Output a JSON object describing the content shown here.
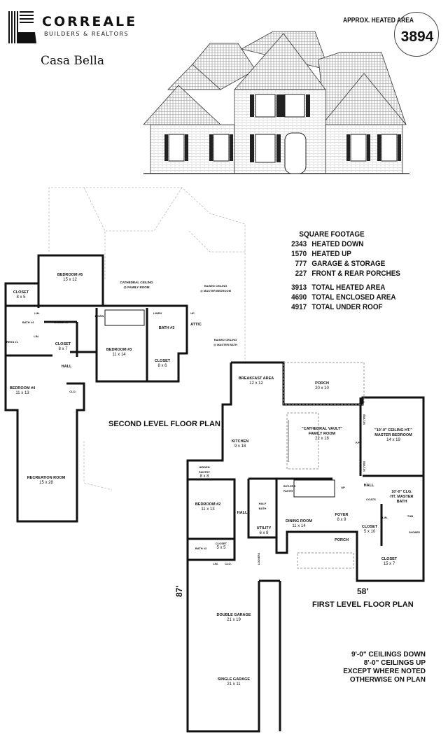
{
  "header": {
    "brand": "CORREALE",
    "brand_tagline": "BUILDERS & REALTORS",
    "plan_name": "Casa Bella",
    "heated_area_label": "APPROX. HEATED AREA",
    "heated_area_value": "3894"
  },
  "square_footage": {
    "heading": "SQUARE FOOTAGE",
    "items": [
      {
        "value": "2343",
        "label": "HEATED DOWN"
      },
      {
        "value": "1570",
        "label": "HEATED UP"
      },
      {
        "value": "777",
        "label": "GARAGE & STORAGE"
      },
      {
        "value": "227",
        "label": "FRONT & REAR PORCHES"
      }
    ],
    "totals": [
      {
        "value": "3913",
        "label": "TOTAL HEATED AREA"
      },
      {
        "value": "4690",
        "label": "TOTAL ENCLOSED AREA"
      },
      {
        "value": "4917",
        "label": "TOTAL UNDER ROOF"
      }
    ]
  },
  "second_level": {
    "title": "SECOND LEVEL FLOOR PLAN",
    "rooms": [
      {
        "name": "BEDROOM #5",
        "dims": "15 x 12"
      },
      {
        "name": "CLOSET",
        "dims": "8 x 5"
      },
      {
        "name": "CATHEDRAL CEILING",
        "dims": "@ FAMILY ROOM"
      },
      {
        "name": "BATH #4",
        "dims": ""
      },
      {
        "name": "LIN.",
        "dims": ""
      },
      {
        "name": "DRESS #2",
        "dims": ""
      },
      {
        "name": "DOWN",
        "dims": ""
      },
      {
        "name": "LINEN",
        "dims": ""
      },
      {
        "name": "BATH #3",
        "dims": ""
      },
      {
        "name": "ATTIC",
        "dims": ""
      },
      {
        "name": "UP",
        "dims": ""
      },
      {
        "name": "DRESS #1",
        "dims": ""
      },
      {
        "name": "LIN.",
        "dims": ""
      },
      {
        "name": "CLOSET",
        "dims": "8 x 7"
      },
      {
        "name": "BEDROOM #3",
        "dims": "11 x 14"
      },
      {
        "name": "CLOSET",
        "dims": "8 x 6"
      },
      {
        "name": "HALL",
        "dims": ""
      },
      {
        "name": "BEDROOM #4",
        "dims": "11 x 13"
      },
      {
        "name": "CLO.",
        "dims": ""
      },
      {
        "name": "RECREATION ROOM",
        "dims": "15 x 28"
      },
      {
        "name": "RAISED CEILING",
        "dims": "@ MASTER BEDROOM"
      },
      {
        "name": "RAISED CEILING",
        "dims": "@ MASTER BATH"
      }
    ]
  },
  "first_level": {
    "title": "FIRST LEVEL FLOOR PLAN",
    "width_dim": "58'",
    "depth_dim": "87'",
    "rooms": [
      {
        "name": "BREAKFAST AREA",
        "dims": "12 x 12"
      },
      {
        "name": "PORCH",
        "dims": "20 x 10"
      },
      {
        "name": "\"CATHEDRAL VAULT\" FAMILY ROOM",
        "dims": "22 x 18"
      },
      {
        "name": "\"10'-0\" CEILING HT.\" MASTER BEDROOM",
        "dims": "14 x 19"
      },
      {
        "name": "KITCHEN",
        "dims": "9 x 18"
      },
      {
        "name": "HIDDEN PANTRY",
        "dims": "8 x 8"
      },
      {
        "name": "BUILT-IN",
        "dims": ""
      },
      {
        "name": "F.P.",
        "dims": ""
      },
      {
        "name": "BUILT-IN",
        "dims": ""
      },
      {
        "name": "BEDROOM #2",
        "dims": "11 x 13"
      },
      {
        "name": "HALL",
        "dims": ""
      },
      {
        "name": "HALF BATH",
        "dims": ""
      },
      {
        "name": "BUTLER'S PANTRY",
        "dims": ""
      },
      {
        "name": "UP",
        "dims": ""
      },
      {
        "name": "HALL",
        "dims": ""
      },
      {
        "name": "COATS",
        "dims": ""
      },
      {
        "name": "10'-0\" CLG. HT. MASTER BATH",
        "dims": ""
      },
      {
        "name": "LIN.",
        "dims": ""
      },
      {
        "name": "TUB",
        "dims": ""
      },
      {
        "name": "SHOWER",
        "dims": ""
      },
      {
        "name": "UTILITY",
        "dims": "6 x 8"
      },
      {
        "name": "DINING ROOM",
        "dims": "11 x 14"
      },
      {
        "name": "FOYER",
        "dims": "8 x 9"
      },
      {
        "name": "CLOSET",
        "dims": "5 x 10"
      },
      {
        "name": "PORCH",
        "dims": ""
      },
      {
        "name": "CLOSET",
        "dims": "5 x 5"
      },
      {
        "name": "BATH #2",
        "dims": ""
      },
      {
        "name": "LIN.",
        "dims": ""
      },
      {
        "name": "CLO.",
        "dims": ""
      },
      {
        "name": "LOCKERS",
        "dims": ""
      },
      {
        "name": "CLOSET",
        "dims": "15 x 7"
      },
      {
        "name": "DOUBLE GARAGE",
        "dims": "21 x 19"
      },
      {
        "name": "SINGLE GARAGE",
        "dims": "21 x 11"
      }
    ]
  },
  "notes": [
    "9'-0\" CEILINGS DOWN",
    "8'-0\" CEILINGS UP",
    "EXCEPT WHERE NOTED",
    "OTHERWISE ON PLAN"
  ]
}
